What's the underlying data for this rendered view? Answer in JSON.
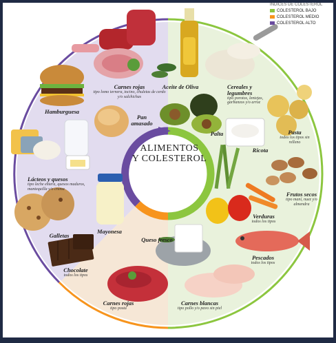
{
  "colors": {
    "low": "#8cc63f",
    "medium": "#f7941d",
    "high": "#6a4ca0",
    "low_bg": "#e9f2dc",
    "medium_bg": "#f6e7d6",
    "high_bg": "#e2dcef"
  },
  "legend": {
    "title": "ÍNDICES DE COLESTEROL",
    "items": [
      {
        "label": "COLESTEROL BAJO",
        "color": "#8cc63f"
      },
      {
        "label": "COLESTEROL MEDIO",
        "color": "#f7941d"
      },
      {
        "label": "COLESTEROL ALTO",
        "color": "#6a4ca0"
      }
    ]
  },
  "center": {
    "line1": "ALIMENTOS",
    "line2": "Y COLESTEROL"
  },
  "foods": [
    {
      "id": "carnes-rojas-top",
      "name": "Carnes rojas",
      "detail": "tipo lomo ternera, tocino, chuletas de cerdo y/o salchichas"
    },
    {
      "id": "aceite",
      "name": "Aceite de Oliva",
      "detail": ""
    },
    {
      "id": "cereales",
      "name": "Cereales y legumbres",
      "detail": "tipo porotos, lentejas, garbanzos y/o arroz"
    },
    {
      "id": "pasta",
      "name": "Pasta",
      "detail": "todos los tipos sin relleno"
    },
    {
      "id": "hamburguesa",
      "name": "Hamburguesa",
      "detail": ""
    },
    {
      "id": "pan",
      "name": "Pan amasado",
      "detail": ""
    },
    {
      "id": "palta",
      "name": "Palta",
      "detail": ""
    },
    {
      "id": "ricota",
      "name": "Ricota",
      "detail": ""
    },
    {
      "id": "lacteos",
      "name": "Lácteos y quesos",
      "detail": "tipo leche entera, quesos maduros, mantequilla y/o crema"
    },
    {
      "id": "frutos",
      "name": "Frutos secos",
      "detail": "tipo maní, nuez y/o almendra"
    },
    {
      "id": "galletas",
      "name": "Galletas",
      "detail": ""
    },
    {
      "id": "mayonesa",
      "name": "Mayonesa",
      "detail": ""
    },
    {
      "id": "verduras",
      "name": "Verduras",
      "detail": "todos los tipos"
    },
    {
      "id": "queso",
      "name": "Queso fresco",
      "detail": ""
    },
    {
      "id": "chocolate",
      "name": "Chocolate",
      "detail": "todos los tipos"
    },
    {
      "id": "pescados",
      "name": "Pescados",
      "detail": "todos los tipos"
    },
    {
      "id": "carnes-rojas-bottom",
      "name": "Carnes rojas",
      "detail": "tipo posta"
    },
    {
      "id": "carnes-blancas",
      "name": "Carnes blancas",
      "detail": "tipo pollo y/o pavo sin piel"
    }
  ]
}
